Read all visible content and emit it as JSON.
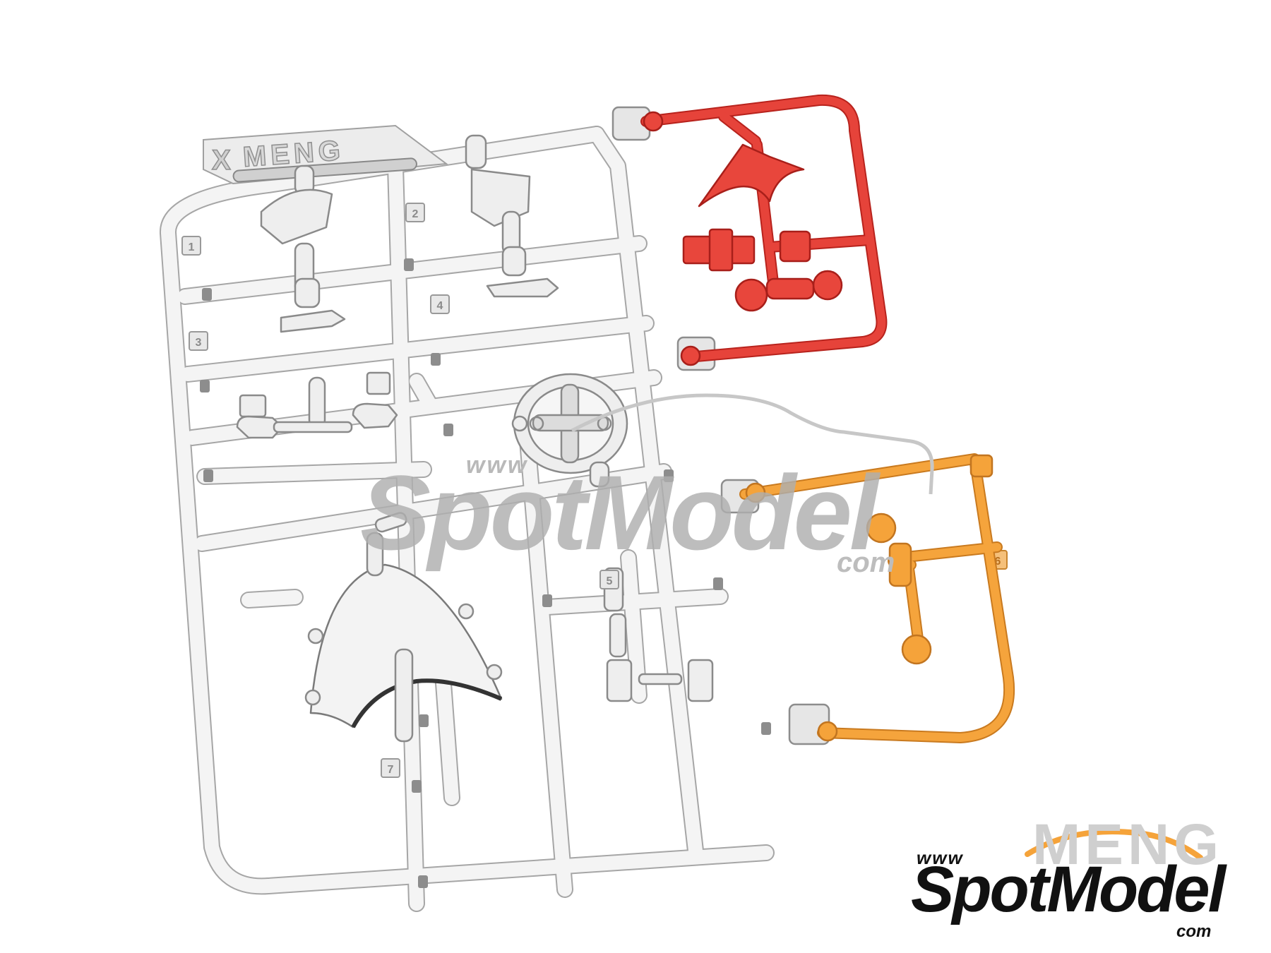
{
  "colors": {
    "sprue_clear": "#f2f2f2",
    "sprue_edge": "#9a9a9a",
    "red_part": "#e23a32",
    "orange_part": "#f5a136",
    "watermark_gray": "#b3b3b3"
  },
  "sprue_brand": "MENG",
  "sprue_letter": "X",
  "part_numbers": [
    "1",
    "2",
    "3",
    "4",
    "5",
    "6",
    "7"
  ],
  "watermark": {
    "www": "www",
    "name": "SpotModel",
    "com": "com"
  },
  "corner_logo": {
    "maker": "MENG",
    "www": "www",
    "name": "SpotModel",
    "com": "com"
  }
}
